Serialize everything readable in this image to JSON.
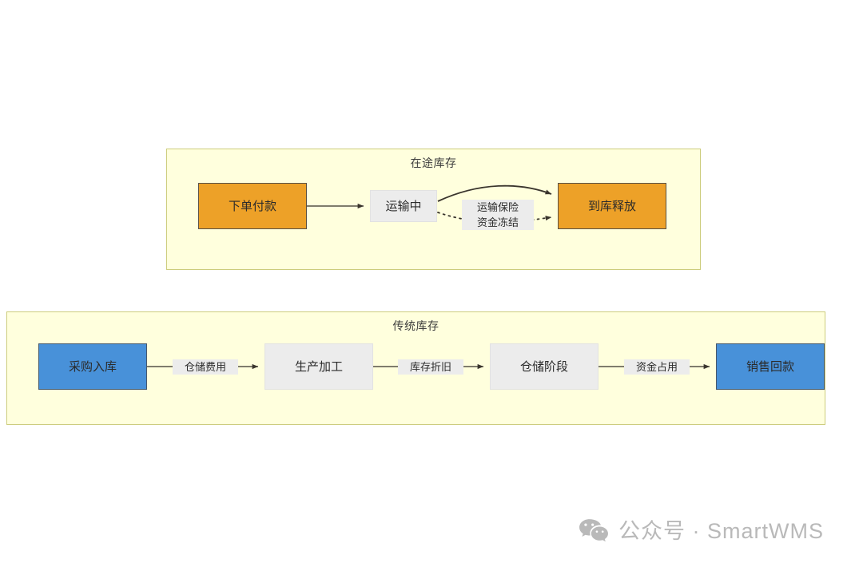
{
  "diagram": {
    "type": "flowchart",
    "groups": [
      {
        "id": "transit",
        "title": "在途库存",
        "nodes": [
          {
            "id": "order-pay",
            "label": "下单付款",
            "style": "orange"
          },
          {
            "id": "in-transit",
            "label": "运输中",
            "style": "grey"
          },
          {
            "id": "arrive-rel",
            "label": "到库释放",
            "style": "orange"
          }
        ],
        "edges": [
          {
            "from": "order-pay",
            "to": "in-transit",
            "label": "",
            "line": "solid"
          },
          {
            "from": "in-transit",
            "to": "arrive-rel",
            "label": "",
            "line": "solid-curved"
          },
          {
            "from": "in-transit",
            "to": "arrive-rel",
            "label": "运输保险\n资金冻结",
            "line": "dotted"
          }
        ]
      },
      {
        "id": "traditional",
        "title": "传统库存",
        "nodes": [
          {
            "id": "purchase",
            "label": "采购入库",
            "style": "blue"
          },
          {
            "id": "production",
            "label": "生产加工",
            "style": "grey"
          },
          {
            "id": "storage",
            "label": "仓储阶段",
            "style": "grey"
          },
          {
            "id": "sales",
            "label": "销售回款",
            "style": "blue"
          }
        ],
        "edges": [
          {
            "from": "purchase",
            "to": "production",
            "label": "仓储费用",
            "line": "solid"
          },
          {
            "from": "production",
            "to": "storage",
            "label": "库存折旧",
            "line": "solid"
          },
          {
            "from": "storage",
            "to": "sales",
            "label": "资金占用",
            "line": "solid"
          }
        ]
      }
    ],
    "edge_labels": {
      "transit_insurance_line1": "运输保险",
      "transit_insurance_line2": "资金冻结",
      "warehouse_fee": "仓储费用",
      "depreciation": "库存折旧",
      "capital_used": "资金占用"
    },
    "colors": {
      "group_fill": "#ffffdd",
      "group_border": "#cdcd7c",
      "orange_fill": "#eda128",
      "orange_border": "#5a5144",
      "blue_fill": "#4891d9",
      "blue_border": "#46586b",
      "grey_fill": "#ececec",
      "edge_stroke": "#555047",
      "canvas_bg": "#ffffff"
    }
  },
  "watermark": {
    "icon": "wechat-icon",
    "text": "公众号 · SmartWMS",
    "color": "#b9b9b9"
  }
}
